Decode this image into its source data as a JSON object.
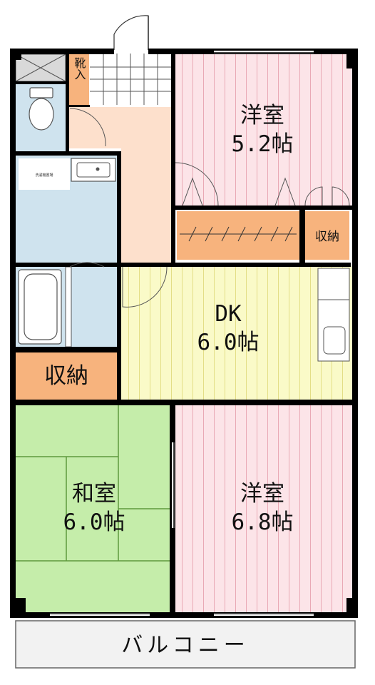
{
  "rooms": {
    "western_north": {
      "name": "洋室",
      "size": "5.2帖"
    },
    "western_south": {
      "name": "洋室",
      "size": "6.8帖"
    },
    "dk": {
      "name": "DK",
      "size": "6.0帖"
    },
    "japanese": {
      "name": "和室",
      "size": "6.0帖"
    },
    "storage_dk": {
      "label": "収納"
    },
    "storage_north": {
      "label": "収納"
    },
    "shoe_storage": {
      "label": "靴入"
    },
    "washer": {
      "label": "洗濯機置場"
    },
    "balcony": {
      "label": "バルコニー"
    }
  },
  "colors": {
    "western": "#fce4e8",
    "western_line": "#e9a9b5",
    "dk": "#fafac8",
    "dk_line": "#e3de86",
    "japanese": "#c5edaa",
    "japanese_line": "#5f9a3c",
    "wet_area": "#cfe3ee",
    "entrance": "#fde0cc",
    "storage": "#f7b37d",
    "wall": "#000000",
    "balcony": "#f2f2f2"
  }
}
